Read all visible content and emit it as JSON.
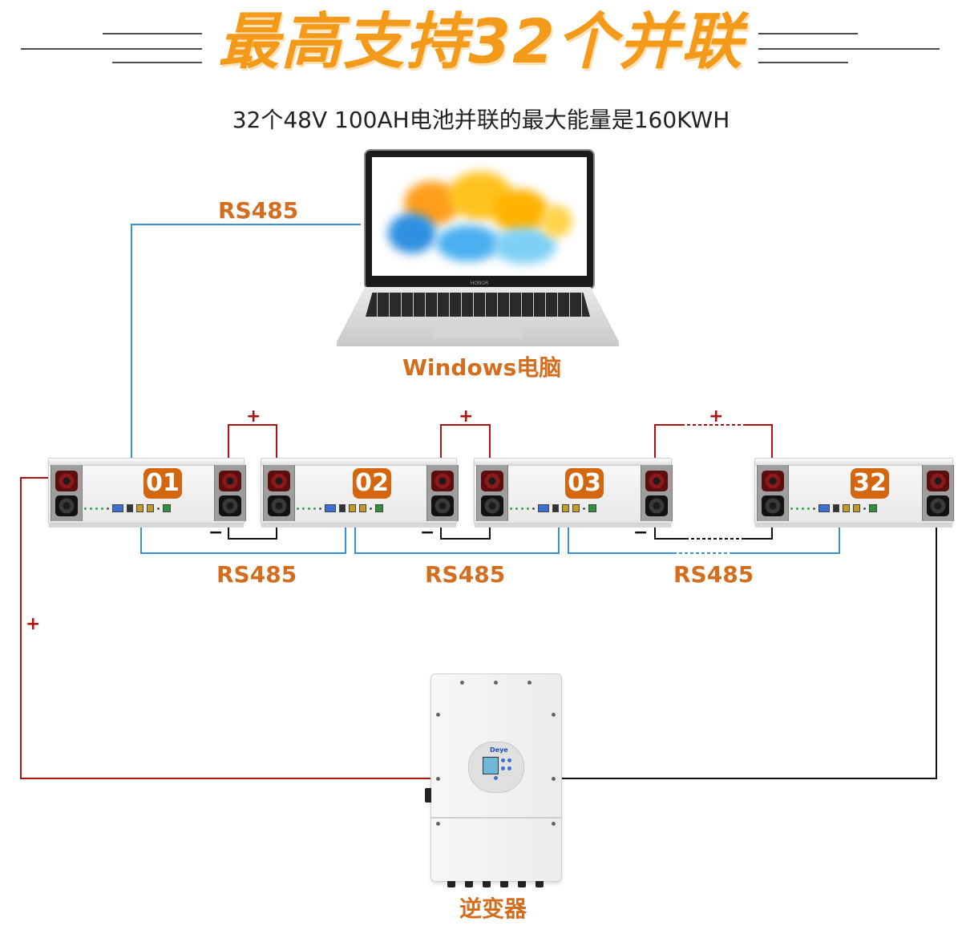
{
  "header": {
    "title": "最高支持32个并联",
    "subtitle": "32个48V 100AH电池并联的最大能量是160KWH"
  },
  "laptop": {
    "label": "Windows电脑",
    "brand": "HONOR"
  },
  "batteries": [
    {
      "id": "01"
    },
    {
      "id": "02"
    },
    {
      "id": "03"
    },
    {
      "id": "32"
    }
  ],
  "links": {
    "rs485_laptop": "RS485",
    "rs485_1_2": "RS485",
    "rs485_2_3": "RS485",
    "rs485_3_32": "RS485",
    "plus_sign": "+",
    "minus_sign": "−"
  },
  "inverter": {
    "label": "逆变器",
    "brand": "Deye"
  },
  "colors": {
    "title": "#f39a1b",
    "label": "#d46d1e",
    "badge": "#d3660e",
    "rs485_wire": "#3a8fd6",
    "positive_wire": "#b01010",
    "negative_wire": "#111111"
  }
}
